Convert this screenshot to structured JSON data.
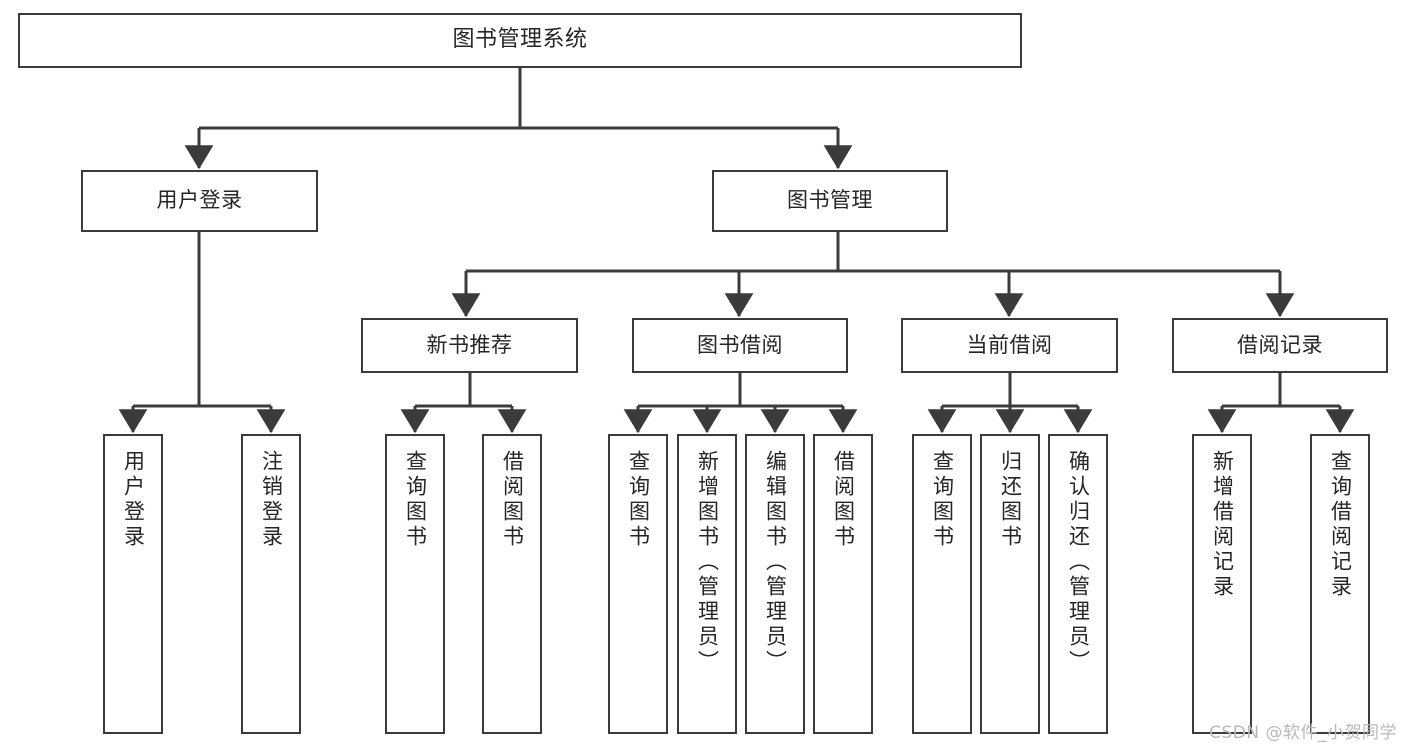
{
  "diagram": {
    "title": "图书管理系统",
    "type": "functional-structure-tree",
    "colors": {
      "box_border": "#3b3b3b",
      "box_fill": "#ffffff",
      "connector": "#3b3b3b",
      "text": "#262626",
      "watermark": "#b9b9b9"
    },
    "watermark": "CSDN @软件_小贺同学",
    "nodes": {
      "root": {
        "label": "图书管理系统"
      },
      "level2": [
        {
          "label": "用户登录"
        },
        {
          "label": "图书管理"
        }
      ],
      "level3": [
        {
          "label": "新书推荐"
        },
        {
          "label": "图书借阅"
        },
        {
          "label": "当前借阅"
        },
        {
          "label": "借阅记录"
        }
      ],
      "leaves": {
        "user_login": [
          {
            "label": "用户登录"
          },
          {
            "label": "注销登录"
          }
        ],
        "new_book_recommend": [
          {
            "label": "查询图书"
          },
          {
            "label": "借阅图书"
          }
        ],
        "book_borrow": [
          {
            "label": "查询图书"
          },
          {
            "label": "新增图书（管理员）"
          },
          {
            "label": "编辑图书（管理员）"
          },
          {
            "label": "借阅图书"
          }
        ],
        "current_borrow": [
          {
            "label": "查询图书"
          },
          {
            "label": "归还图书"
          },
          {
            "label": "确认归还（管理员）"
          }
        ],
        "borrow_record": [
          {
            "label": "新增借阅记录"
          },
          {
            "label": "查询借阅记录"
          }
        ]
      }
    }
  }
}
